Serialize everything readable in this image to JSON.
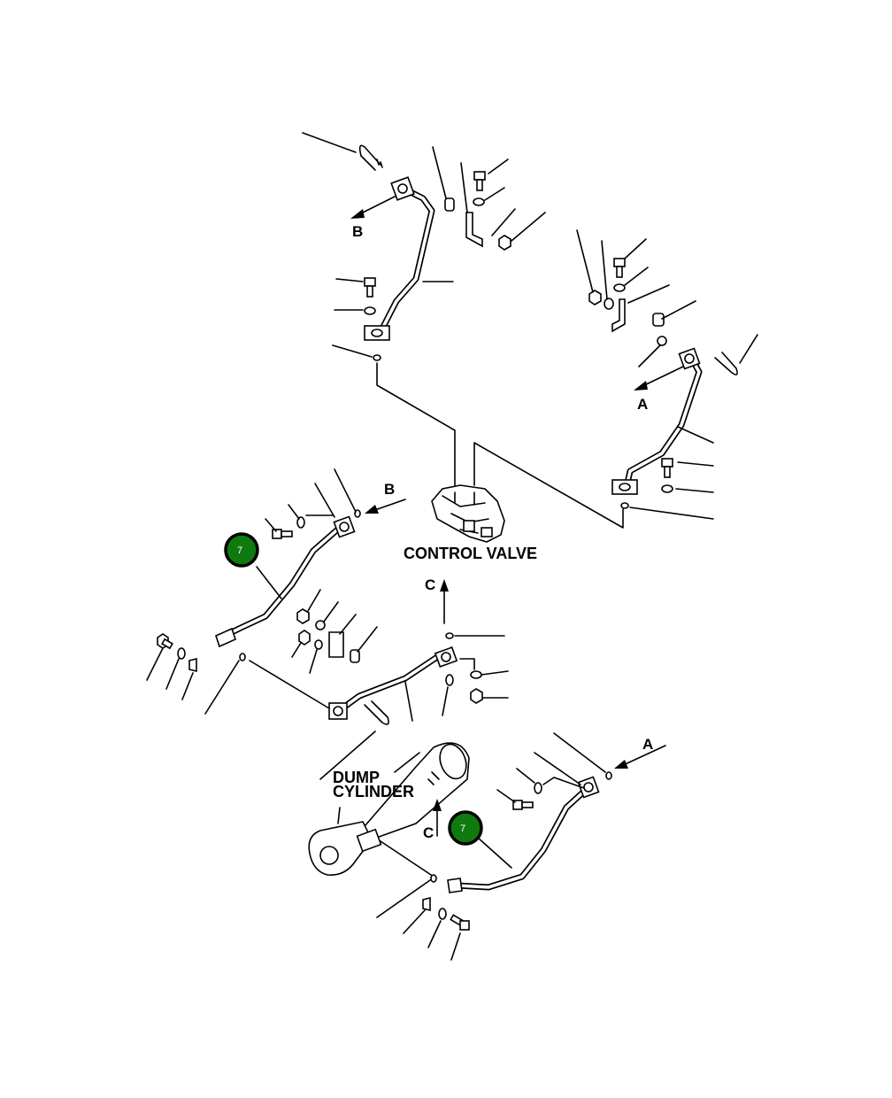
{
  "labels": {
    "control_valve": "CONTROL VALVE",
    "dump_cylinder_line1": "DUMP",
    "dump_cylinder_line2": "CYLINDER"
  },
  "view_letters": {
    "b_top": "B",
    "a_right": "A",
    "b_mid": "B",
    "c_up": "C",
    "a_bottom": "A",
    "c_bottom": "C"
  },
  "callouts": [
    {
      "number": "7",
      "color": "#0f7a0f"
    },
    {
      "number": "7",
      "color": "#0f7a0f"
    }
  ]
}
